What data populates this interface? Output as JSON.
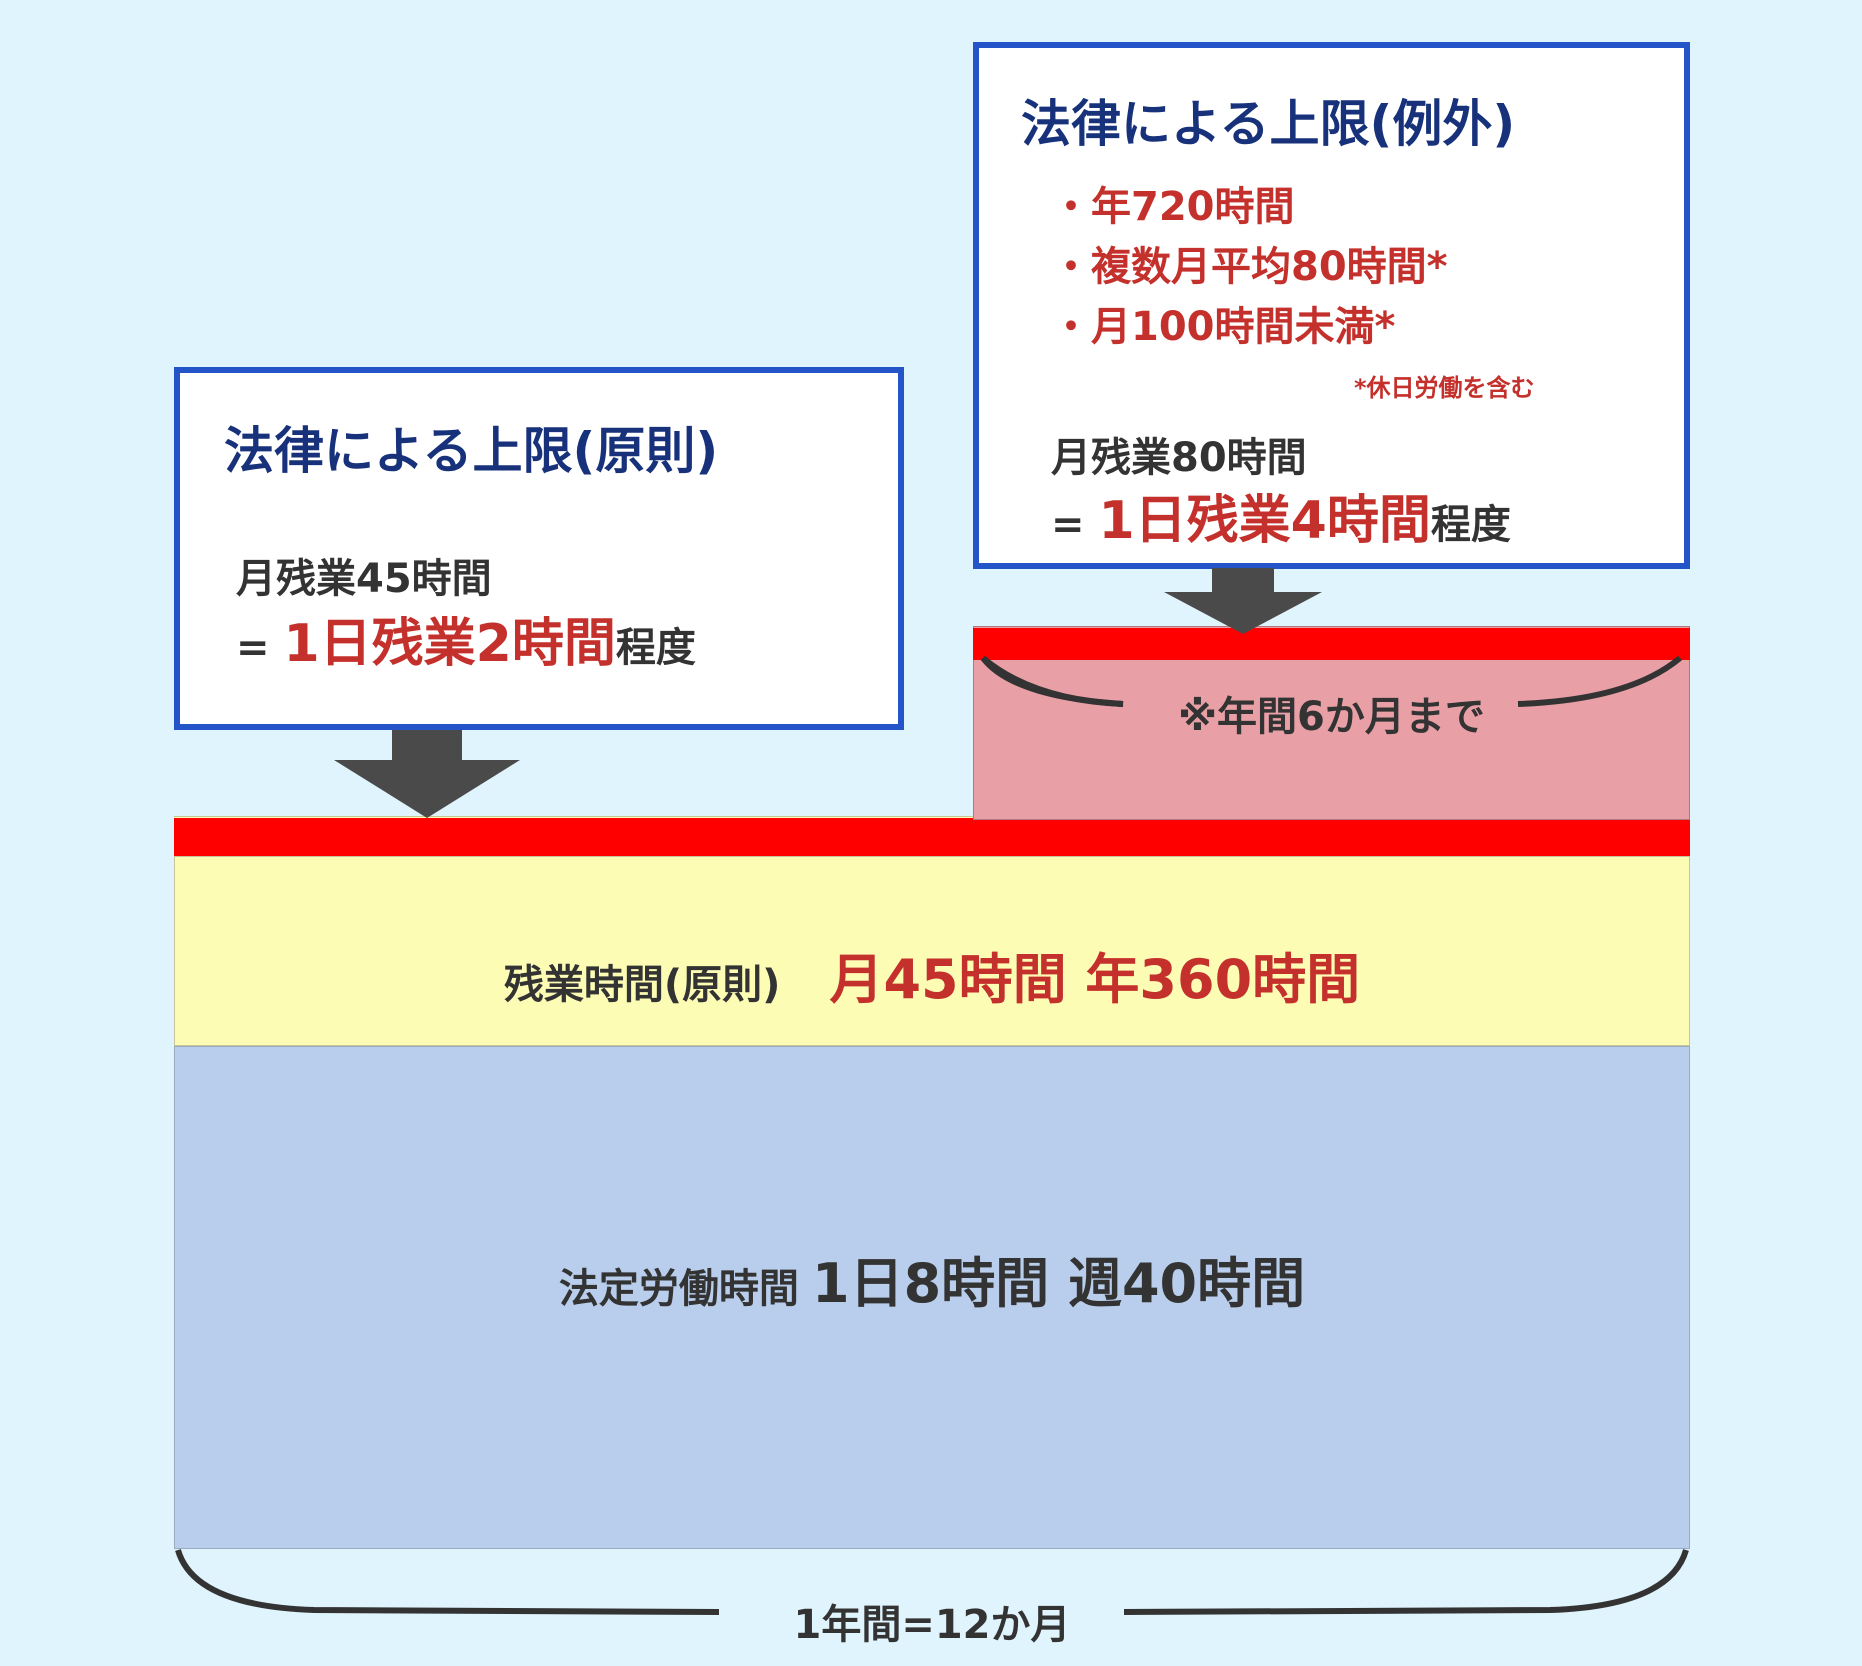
{
  "colors": {
    "background": "#e0f4fd",
    "box_border": "#2355c9",
    "box_title": "#17327a",
    "accent_red": "#c4302b",
    "limit_line": "#ff0000",
    "statutory_block": "#b8ceec",
    "principle_block": "#fdfcb5",
    "exception_block": "#e8a0a6",
    "arrow": "#4a4a4a"
  },
  "principle_box": {
    "title": "法律による上限(原則)",
    "line1": "月残業45時間",
    "eq": "= ",
    "highlight": "1日残業2時間",
    "suffix": "程度"
  },
  "exception_box": {
    "title": "法律による上限(例外)",
    "bullets": [
      "・年720時間",
      "・複数月平均80時間*",
      "・月100時間未満*"
    ],
    "footnote": "*休日労働を含む",
    "line1": "月残業80時間",
    "eq": "= ",
    "highlight": "1日残業4時間",
    "suffix": "程度"
  },
  "exception_block": {
    "label": "※年間6か月まで"
  },
  "principle_block": {
    "label": "残業時間(原則)",
    "highlight": "月45時間 年360時間"
  },
  "statutory_block": {
    "label": "法定労働時間",
    "highlight": "1日8時間 週40時間"
  },
  "span_label": "1年間=12か月"
}
